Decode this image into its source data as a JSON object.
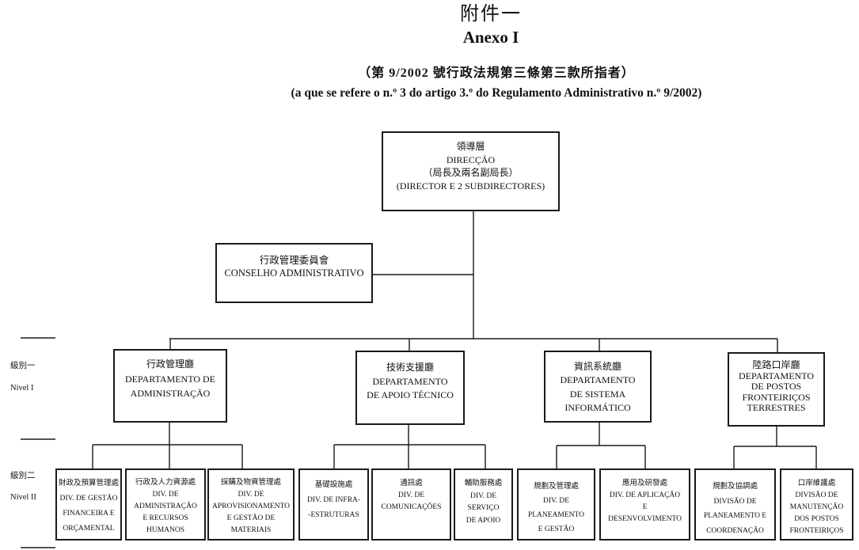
{
  "header": {
    "title_zh": "附件一",
    "title_pt": "Anexo I",
    "subtitle_zh": "（第 9/2002 號行政法規第三條第三款所指者）",
    "subtitle_pt": "(a que se refere o n.º 3 do artigo 3.º do Regulamento Administrativo n.º 9/2002)"
  },
  "levels": [
    {
      "zh": "級別一",
      "pt": "Nivel I"
    },
    {
      "zh": "級別二",
      "pt": "Nivel II"
    }
  ],
  "direction": {
    "lines": [
      "領導層",
      "DIRECÇÃO",
      "（局長及兩名副局長）",
      "(DIRECTOR E 2 SUBDIRECTORES)"
    ]
  },
  "council": {
    "lines": [
      "行政管理委員會",
      "CONSELHO ADMINISTRATIVO"
    ]
  },
  "departments": [
    {
      "lines": [
        "行政管理廳",
        "DEPARTAMENTO DE",
        "ADMINISTRAÇÃO"
      ],
      "divisions": [
        {
          "lines": [
            "財政及預算管理處",
            "DIV. DE GESTÃO",
            "FINANCEIRA E",
            "ORÇAMENTAL"
          ]
        },
        {
          "lines": [
            "行政及人力資源處",
            "DIV. DE",
            "ADMINISTRAÇÃO",
            "E RECURSOS",
            "HUMANOS"
          ]
        },
        {
          "lines": [
            "採購及物資管理處",
            "DIV. DE",
            "APROVISIONAMENTO",
            "E GESTÃO DE",
            "MATERIAIS"
          ]
        }
      ]
    },
    {
      "lines": [
        "技術支援廳",
        "DEPARTAMENTO",
        "DE APOIO TÉCNICO"
      ],
      "divisions": [
        {
          "lines": [
            "基礎設施處",
            "DIV. DE INFRA-",
            "-ESTRUTURAS"
          ]
        },
        {
          "lines": [
            "通訊處",
            "DIV. DE",
            "COMUNICAÇÕES"
          ]
        },
        {
          "lines": [
            "輔助服務處",
            "DIV. DE",
            "SERVIÇO",
            "DE APOIO"
          ]
        }
      ]
    },
    {
      "lines": [
        "資訊系統廳",
        "DEPARTAMENTO",
        "DE SISTEMA",
        "INFORMÁTICO"
      ],
      "divisions": [
        {
          "lines": [
            "規劃及管理處",
            "DIV. DE",
            "PLANEAMENTO",
            "E GESTÃO"
          ]
        },
        {
          "lines": [
            "應用及研發處",
            "DIV. DE APLICAÇÃO",
            "E",
            "DESENVOLVIMENTO"
          ]
        }
      ]
    },
    {
      "lines": [
        "陸路口岸廳",
        "DEPARTAMENTO",
        "DE POSTOS",
        "FRONTEIRIÇOS",
        "TERRESTRES"
      ],
      "divisions": [
        {
          "lines": [
            "規劃及協調處",
            "DIVISÃO DE",
            "PLANEAMENTO E",
            "COORDENAÇÃO"
          ]
        },
        {
          "lines": [
            "口岸維護處",
            "DIVISÃO DE",
            "MANUTENÇÃO",
            "DOS POSTOS",
            "FRONTEIRIÇOS"
          ]
        }
      ]
    }
  ]
}
